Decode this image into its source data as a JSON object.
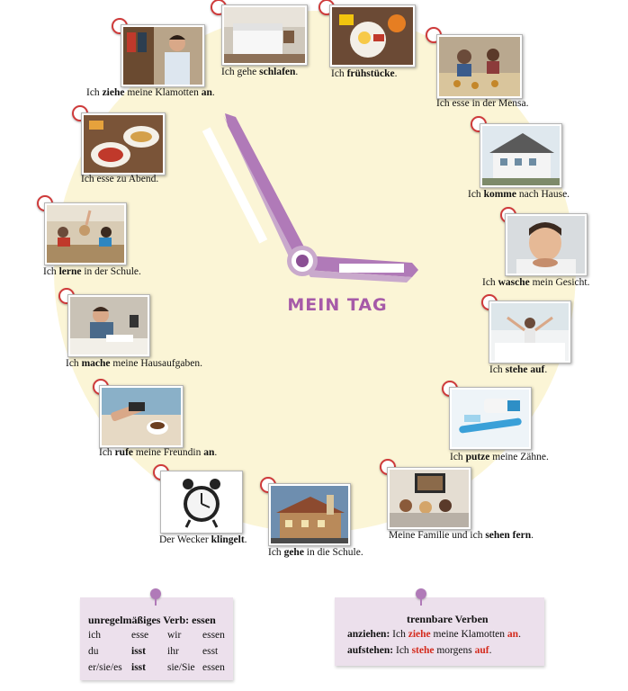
{
  "title": "MEIN TAG",
  "colors": {
    "accent": "#a65aa8",
    "pin": "#cf3a3a",
    "highlight": "#d42a1c",
    "face": "#fbf5d6"
  },
  "activities": [
    {
      "pre": "Ich gehe ",
      "bold": "schlafen",
      "post": ".",
      "image": "bedroom-photo"
    },
    {
      "pre": "Ich ",
      "bold": "frühstücke",
      "post": ".",
      "image": "breakfast-photo"
    },
    {
      "pre": "Ich esse in der Mensa.",
      "bold": "",
      "post": "",
      "image": "cafeteria-photo"
    },
    {
      "pre": "Ich ",
      "bold": "komme",
      "post": " nach Hause.",
      "image": "house-photo"
    },
    {
      "pre": "Ich ",
      "bold": "wasche",
      "post": " mein Gesicht.",
      "image": "face-wash-photo"
    },
    {
      "pre": "Ich ",
      "bold": "stehe auf",
      "post": ".",
      "image": "wake-up-photo"
    },
    {
      "pre": "Ich ",
      "bold": "putze",
      "post": " meine Zähne.",
      "image": "toothbrush-photo"
    },
    {
      "pre": "Meine Familie und ich  ",
      "bold": "sehen fern",
      "post": ".",
      "image": "tv-family-photo"
    },
    {
      "pre": "Ich ",
      "bold": "gehe",
      "post": " in die Schule.",
      "image": "school-photo"
    },
    {
      "pre": "Der Wecker ",
      "bold": "klingelt",
      "post": ".",
      "image": "alarm-clock-photo"
    },
    {
      "pre": "Ich ",
      "bold": "rufe",
      "post": " meine Freundin ",
      "bold2": "an",
      "post2": ".",
      "image": "phone-call-photo"
    },
    {
      "pre": "Ich ",
      "bold": "mache",
      "post": " meine Hausaufgaben.",
      "image": "homework-photo"
    },
    {
      "pre": "Ich ",
      "bold": "lerne",
      "post": " in der Schule.",
      "image": "classroom-photo"
    },
    {
      "pre": "Ich esse zu Abend.",
      "bold": "",
      "post": "",
      "image": "dinner-photo"
    },
    {
      "pre": "Ich ",
      "bold": "ziehe",
      "post": " meine Klamotten ",
      "bold2": "an",
      "post2": ".",
      "image": "dressing-photo"
    }
  ],
  "notes": {
    "irregular": {
      "title": "unregelmäßiges Verb: essen",
      "rows": [
        [
          "ich",
          "esse",
          "wir",
          "essen"
        ],
        [
          "du",
          "isst",
          "ihr",
          "esst"
        ],
        [
          "er/sie/es",
          "isst",
          "sie/Sie",
          "essen"
        ]
      ]
    },
    "separable": {
      "title": "trennbare Verben",
      "rows": [
        {
          "verb": "anziehen:",
          "pre": " Ich ",
          "red1": "ziehe",
          "mid": " meine Klamotten ",
          "red2": "an",
          "end": "."
        },
        {
          "verb": "aufstehen:",
          "pre": " Ich ",
          "red1": "stehe",
          "mid": " morgens ",
          "red2": "auf",
          "end": "."
        }
      ]
    }
  }
}
